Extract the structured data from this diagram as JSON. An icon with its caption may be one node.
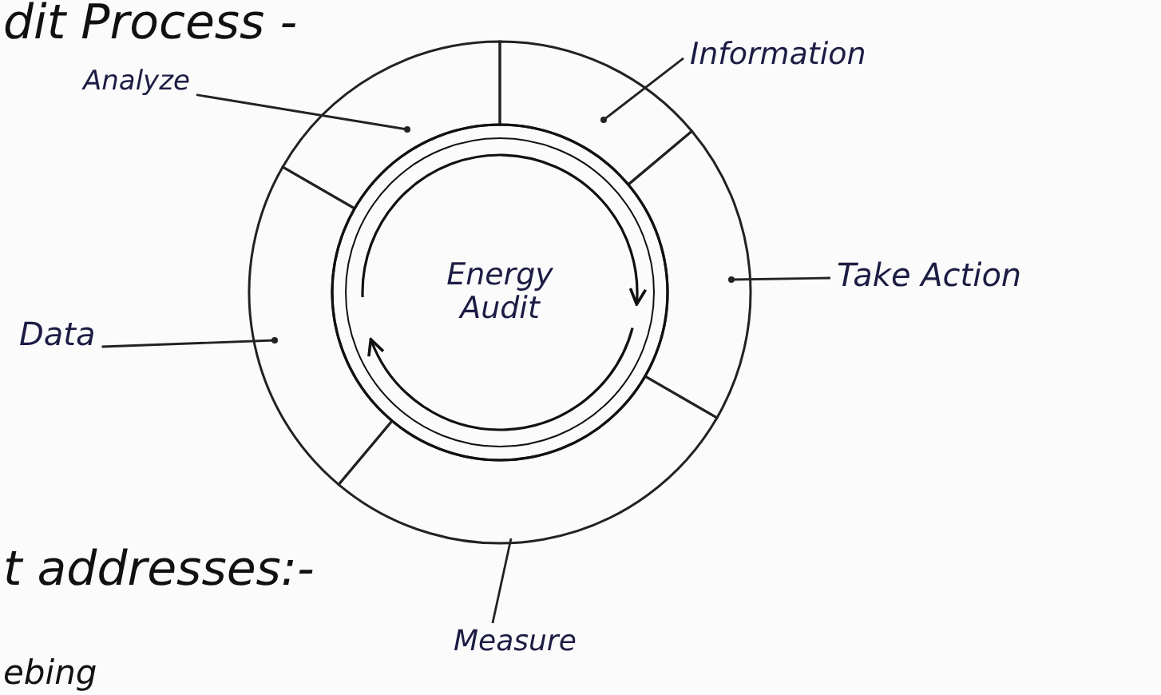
{
  "diagram": {
    "nodes": [
      {
        "text": [
          "Analyze"
        ]
      },
      {
        "text": [
          "Information"
        ]
      },
      {
        "text": [
          "Energy Audit"
        ]
      },
      {
        "text": [
          "Data"
        ]
      },
      {
        "text": [
          "Take Action"
        ]
      },
      {
        "text": [
          "Measure"
        ]
      },
      {
        "text": [],
        "shape": "segment"
      },
      {
        "text": [],
        "shape": "segment"
      },
      {
        "text": [],
        "shape": "segment"
      },
      {
        "text": [],
        "shape": "segment"
      },
      {
        "text": [],
        "shape": "segment"
      }
    ],
    "edges": [
      {
        "from": 0,
        "to": 6,
        "arrow": "other"
      },
      {
        "from": 1,
        "to": 7,
        "arrow": "other"
      },
      {
        "from": 3,
        "to": 8,
        "arrow": "other"
      },
      {
        "from": 4,
        "to": 9,
        "arrow": "other"
      },
      {
        "from": 5,
        "to": 10,
        "arrow": "none"
      }
    ],
    "labels": [
      "dit Process -",
      "t addresses:-",
      "ebing"
    ]
  }
}
